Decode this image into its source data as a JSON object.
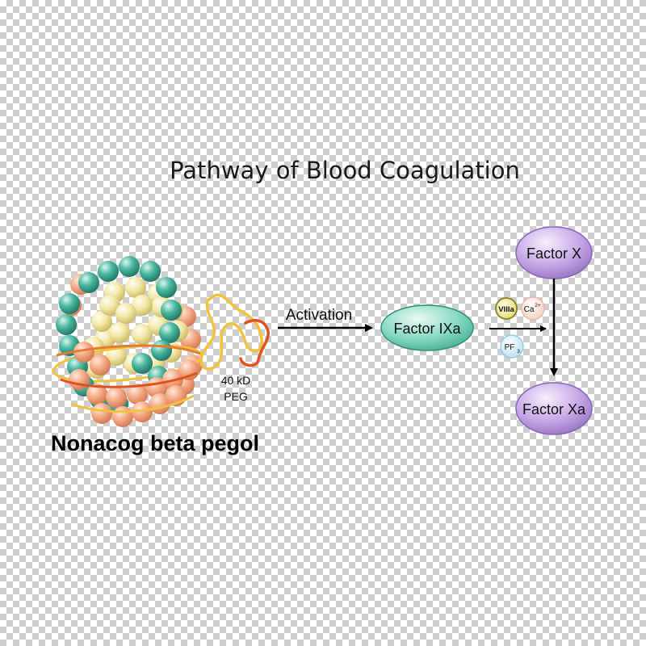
{
  "title": "Pathway of Blood Coagulation",
  "molecule": {
    "name": "Nonacog beta pegol",
    "peg_line1": "40 kD",
    "peg_line2": "PEG"
  },
  "activation_label": "Activation",
  "nodes": {
    "factor_ixa": "Factor IXa",
    "factor_x": "Factor X",
    "factor_xa": "Factor Xa"
  },
  "cofactors": {
    "viiia": "VIIIa",
    "calcium": "Ca",
    "calcium_sup": "2+",
    "pf": "PF",
    "pf_sub": "3"
  },
  "colors": {
    "ixa_fill": "#7fd7bf",
    "x_fill": "#bf9fe0",
    "teal_bead": "#3fae98",
    "yellow_bead": "#f1e6a0",
    "orange_bead": "#f3a884",
    "peg_orange": "#e0521f",
    "peg_yellow": "#f2c23c"
  }
}
